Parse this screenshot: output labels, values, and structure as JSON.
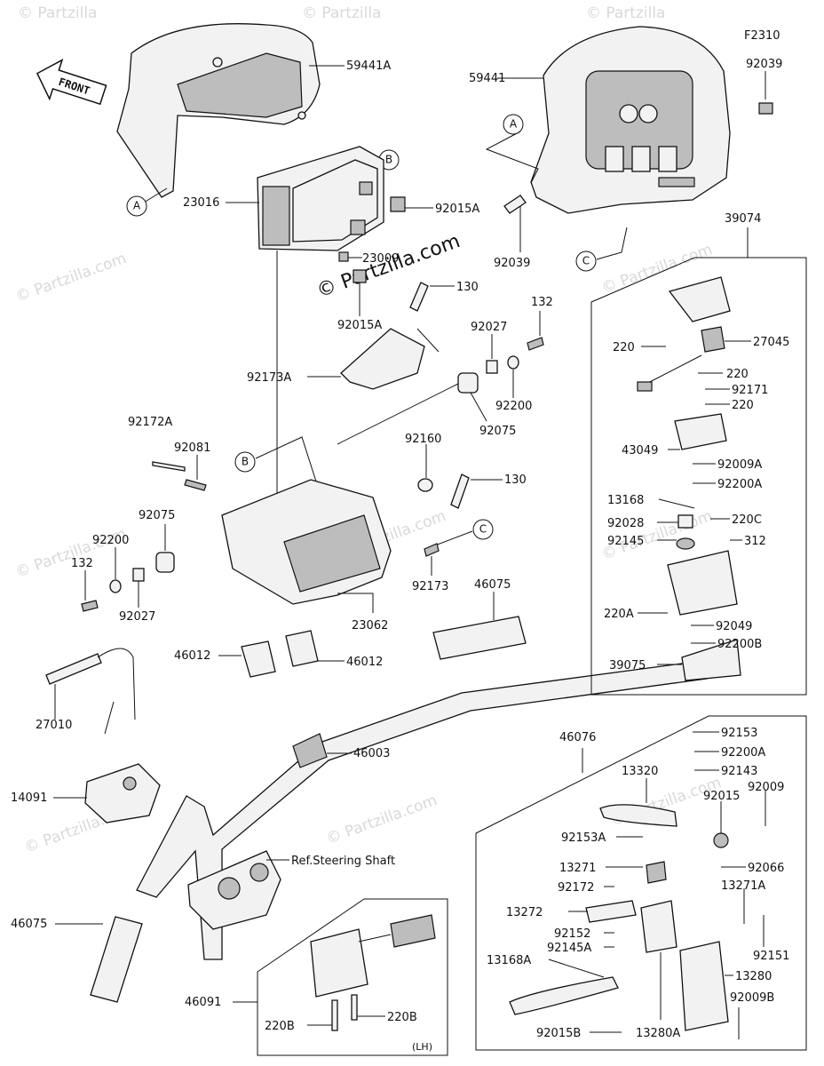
{
  "figure_code": "F2310",
  "front_label": "FRONT",
  "watermark": "© Partzilla.com",
  "watermark_short": "© Partzilla",
  "callout_letters": [
    "A",
    "B",
    "C"
  ],
  "lh_note": "(LH)",
  "labels": {
    "p59441A": "59441A",
    "p59441": "59441",
    "p92039_top": "92039",
    "p92039_bot": "92039",
    "p23016": "23016",
    "p92015A_top": "92015A",
    "p23009": "23009",
    "p92015A_bot": "92015A",
    "p130_top": "130",
    "p132_right": "132",
    "p92027_right": "92027",
    "p92173A": "92173A",
    "p92200_right": "92200",
    "p92075_right": "92075",
    "p92172A_left": "92172A",
    "p92081": "92081",
    "p92160": "92160",
    "p130_mid": "130",
    "p92075_left": "92075",
    "p92200_left": "92200",
    "p132_left": "132",
    "p92027_left": "92027",
    "p92173": "92173",
    "p46075_top": "46075",
    "p23062": "23062",
    "p46012_left": "46012",
    "p46012_right": "46012",
    "p27010": "27010",
    "p46003": "46003",
    "p14091": "14091",
    "p_ref": "Ref.Steering Shaft",
    "p46075_bot": "46075",
    "p46091": "46091",
    "p220B_left": "220B",
    "p220B_right": "220B",
    "p39074": "39074",
    "p220_a": "220",
    "p27045": "27045",
    "p220_b": "220",
    "p92171": "92171",
    "p220_c": "220",
    "p43049": "43049",
    "p92009A": "92009A",
    "p92200A_r": "92200A",
    "p13168": "13168",
    "p92028": "92028",
    "p220C": "220C",
    "p92145": "92145",
    "p312": "312",
    "p220A": "220A",
    "p92049": "92049",
    "p92200B": "92200B",
    "p39075": "39075",
    "p46076": "46076",
    "p92153": "92153",
    "p92200A_b": "92200A",
    "p13320": "13320",
    "p92143": "92143",
    "p92015": "92015",
    "p92009": "92009",
    "p92153A": "92153A",
    "p13271": "13271",
    "p92066": "92066",
    "p92172_b": "92172",
    "p13271A": "13271A",
    "p13272": "13272",
    "p92152": "92152",
    "p92151": "92151",
    "p92145A": "92145A",
    "p13168A": "13168A",
    "p13280": "13280",
    "p92009B": "92009B",
    "p92015B": "92015B",
    "p13280A": "13280A"
  }
}
